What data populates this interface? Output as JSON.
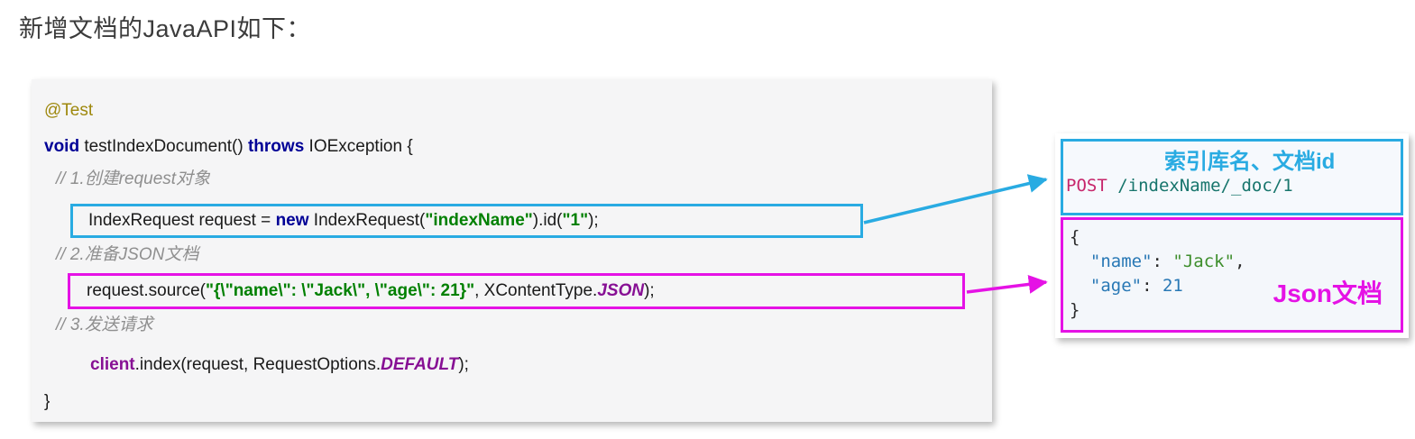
{
  "page": {
    "title": "新增文档的JavaAPI如下："
  },
  "colors": {
    "cyan_accent": "#29ABE2",
    "magenta_accent": "#E512E5",
    "keyword_blue": "#000096",
    "string_green": "#008000",
    "annotation_olive": "#9E880D",
    "comment_gray": "#8F8F8F",
    "member_purple": "#871094",
    "http_method_red": "#C7266B",
    "http_path_teal": "#17756C",
    "json_key_blue": "#2878B5",
    "json_string_green": "#3E8E2C",
    "code_background": "#F5F5F6"
  },
  "code": {
    "lines": [
      {
        "tokens": [
          {
            "t": "@Test",
            "s": "ann"
          }
        ]
      },
      {
        "tokens": [
          {
            "t": "void",
            "s": "kw"
          },
          {
            "t": " testIndexDocument() ",
            "s": "plain"
          },
          {
            "t": "throws",
            "s": "kw"
          },
          {
            "t": " IOException {",
            "s": "plain"
          }
        ]
      },
      {
        "tokens": [
          {
            "t": "// 1.创建request对象",
            "s": "cmt"
          }
        ]
      },
      {
        "tokens": [
          {
            "t": "IndexRequest request = ",
            "s": "plain"
          },
          {
            "t": "new",
            "s": "kw"
          },
          {
            "t": " IndexRequest(",
            "s": "plain"
          },
          {
            "t": "\"indexName\"",
            "s": "str"
          },
          {
            "t": ").id(",
            "s": "plain"
          },
          {
            "t": "\"1\"",
            "s": "str"
          },
          {
            "t": ");",
            "s": "plain"
          }
        ]
      },
      {
        "tokens": [
          {
            "t": "// 2.准备JSON文档",
            "s": "cmt"
          }
        ]
      },
      {
        "tokens": [
          {
            "t": "request.source(",
            "s": "plain"
          },
          {
            "t": "\"{\\\"name\\\": \\\"Jack\\\", \\\"age\\\": 21}\"",
            "s": "str"
          },
          {
            "t": ", XContentType.",
            "s": "plain"
          },
          {
            "t": "JSON",
            "s": "sconst"
          },
          {
            "t": ");",
            "s": "plain"
          }
        ]
      },
      {
        "tokens": [
          {
            "t": "// 3.发送请求",
            "s": "cmt"
          }
        ]
      },
      {
        "tokens": [
          {
            "t": "client",
            "s": "field"
          },
          {
            "t": ".index(request, RequestOptions.",
            "s": "plain"
          },
          {
            "t": "DEFAULT",
            "s": "sconst"
          },
          {
            "t": ");",
            "s": "plain"
          }
        ]
      },
      {
        "tokens": [
          {
            "t": "}",
            "s": "plain"
          }
        ]
      }
    ]
  },
  "callouts": {
    "index": {
      "title": "索引库名、文档id",
      "request_tokens": [
        {
          "t": "POST",
          "s": "method"
        },
        {
          "t": " /indexName/_doc/1",
          "s": "path"
        }
      ]
    },
    "json": {
      "label": "Json文档",
      "lines": [
        {
          "tokens": [
            {
              "t": "{",
              "s": "punct"
            }
          ]
        },
        {
          "tokens": [
            {
              "t": "  ",
              "s": "punct"
            },
            {
              "t": "\"name\"",
              "s": "key"
            },
            {
              "t": ": ",
              "s": "punct"
            },
            {
              "t": "\"Jack\"",
              "s": "jstr"
            },
            {
              "t": ",",
              "s": "punct"
            }
          ]
        },
        {
          "tokens": [
            {
              "t": "  ",
              "s": "punct"
            },
            {
              "t": "\"age\"",
              "s": "key"
            },
            {
              "t": ": ",
              "s": "punct"
            },
            {
              "t": "21",
              "s": "num"
            }
          ]
        },
        {
          "tokens": [
            {
              "t": "}",
              "s": "punct"
            }
          ]
        }
      ]
    }
  }
}
